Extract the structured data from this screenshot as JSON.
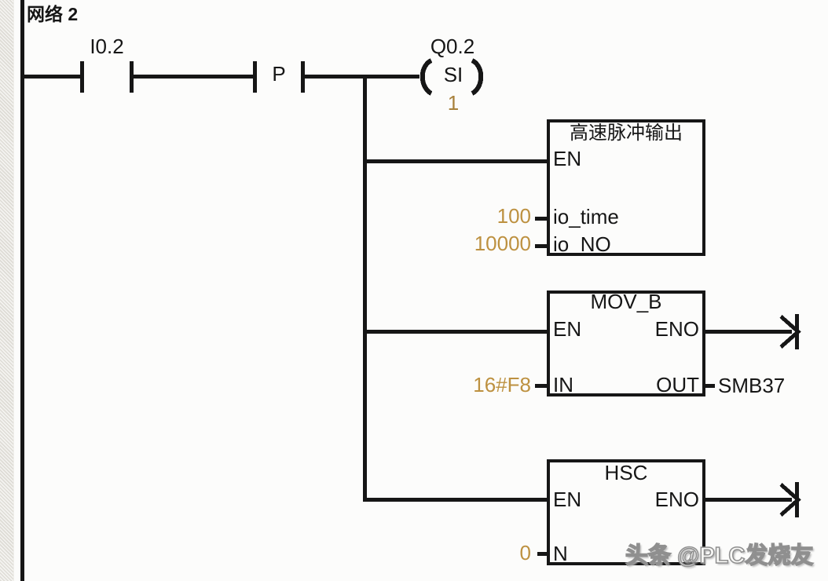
{
  "network": {
    "title": "网络 2"
  },
  "rung": {
    "contact_io": {
      "label": "I0.2"
    },
    "contact_edge": {
      "label": "P"
    },
    "coil": {
      "address": "Q0.2",
      "mnemonic": "SI",
      "operand": "1"
    }
  },
  "blocks": [
    {
      "title": "高速脉冲输出",
      "pins": {
        "en": "EN",
        "in1": "io_time",
        "in2": "io_NO"
      },
      "values": {
        "in1": "100",
        "in2": "10000"
      }
    },
    {
      "title": "MOV_B",
      "pins": {
        "en": "EN",
        "eno": "ENO",
        "in": "IN",
        "out": "OUT"
      },
      "values": {
        "in": "16#F8",
        "out": "SMB37"
      }
    },
    {
      "title": "HSC",
      "pins": {
        "en": "EN",
        "eno": "ENO",
        "n": "N"
      },
      "values": {
        "n": "0"
      }
    }
  ],
  "watermark": {
    "text": "头条 @PLC发烧友"
  },
  "colors": {
    "wire": "#161616",
    "value_text": "#bd9140",
    "operand_text": "#a8813c",
    "watermark_fill": "#f8f8f6",
    "watermark_stroke": "#8f8f8f",
    "background": "#fcfcfb"
  }
}
